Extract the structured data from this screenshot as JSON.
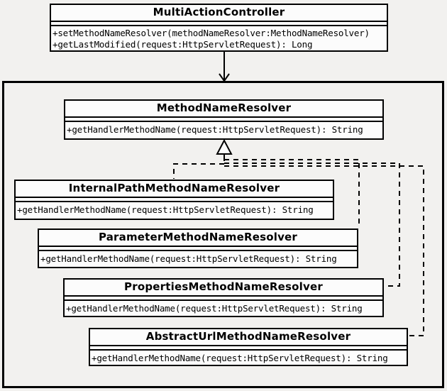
{
  "diagram": {
    "title_semantics": "UML class diagram of MethodNameResolver hierarchy",
    "colors": {
      "line": "#000000",
      "box_fill": "#fcfcfc",
      "background": "#f2f1ef"
    },
    "classes": {
      "multi_action_controller": {
        "name": "MultiActionController",
        "methods": [
          "+setMethodNameResolver(methodNameResolver:MethodNameResolver)",
          "+getLastModified(request:HttpServletRequest): Long"
        ]
      },
      "method_name_resolver": {
        "name": "MethodNameResolver",
        "methods": [
          "+getHandlerMethodName(request:HttpServletRequest): String"
        ]
      },
      "internal_path": {
        "name": "InternalPathMethodNameResolver",
        "methods": [
          "+getHandlerMethodName(request:HttpServletRequest): String"
        ]
      },
      "parameter": {
        "name": "ParameterMethodNameResolver",
        "methods": [
          "+getHandlerMethodName(request:HttpServletRequest): String"
        ]
      },
      "properties": {
        "name": "PropertiesMethodNameResolver",
        "methods": [
          "+getHandlerMethodName(request:HttpServletRequest): String"
        ]
      },
      "abstract_url": {
        "name": "AbstractUrlMethodNameResolver",
        "methods": [
          "+getHandlerMethodName(request:HttpServletRequest): String"
        ]
      }
    },
    "relationships": [
      {
        "type": "dependency-arrow",
        "from": "MultiActionController",
        "to": "MethodNameResolver"
      },
      {
        "type": "realization",
        "from": "InternalPathMethodNameResolver",
        "to": "MethodNameResolver"
      },
      {
        "type": "realization",
        "from": "ParameterMethodNameResolver",
        "to": "MethodNameResolver"
      },
      {
        "type": "realization",
        "from": "PropertiesMethodNameResolver",
        "to": "MethodNameResolver"
      },
      {
        "type": "realization",
        "from": "AbstractUrlMethodNameResolver",
        "to": "MethodNameResolver"
      }
    ]
  }
}
